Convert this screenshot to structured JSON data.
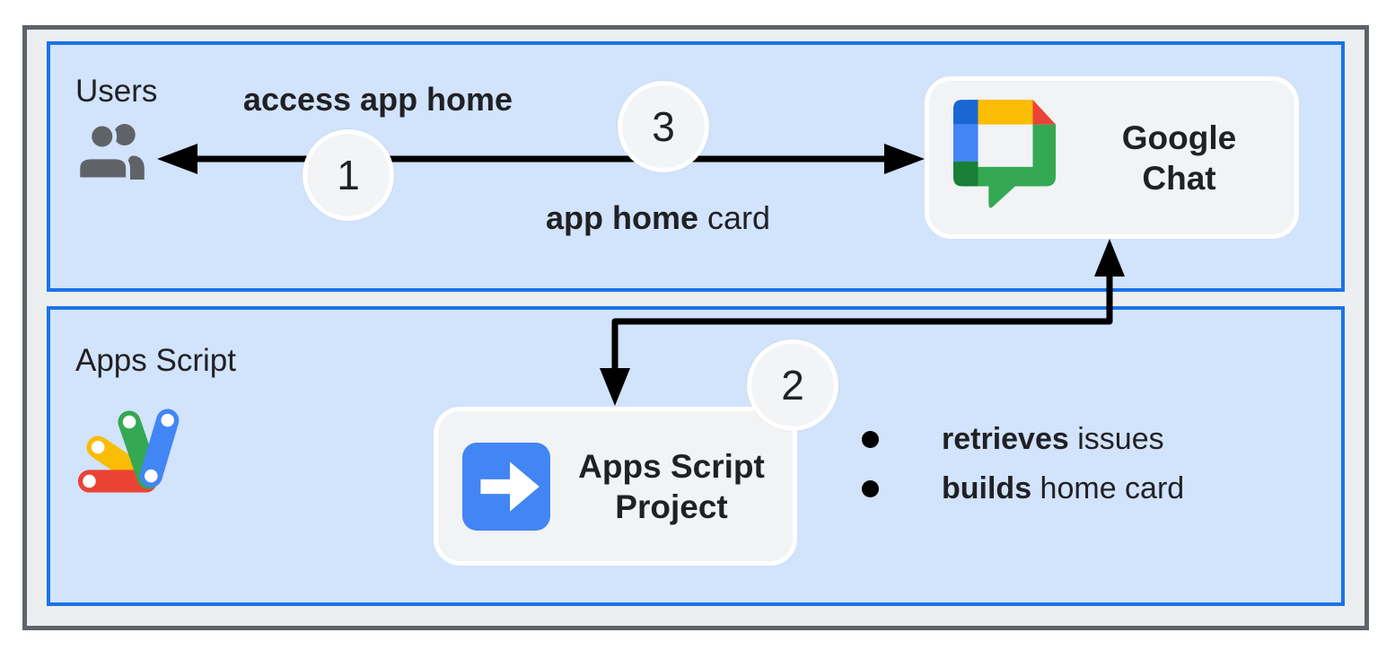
{
  "lanes": {
    "users": {
      "label": "Users"
    },
    "apps_script": {
      "label": "Apps Script"
    }
  },
  "nodes": {
    "google_chat": {
      "line1": "Google",
      "line2": "Chat"
    },
    "apps_script_project": {
      "line1": "Apps Script",
      "line2": "Project"
    }
  },
  "edge_labels": {
    "access": {
      "bold": "access app home",
      "regular": ""
    },
    "card": {
      "bold": "app home",
      "regular": " card"
    }
  },
  "steps": {
    "s1": "1",
    "s2": "2",
    "s3": "3"
  },
  "bullets": [
    {
      "bold": "retrieves",
      "regular": " issues"
    },
    {
      "bold": "builds",
      "regular": " home card"
    }
  ],
  "icons": {
    "users": "users-icon",
    "google_chat": "google-chat-logo",
    "apps_script": "apps-script-logo",
    "apps_script_project": "arrow-right-app-icon"
  },
  "colors": {
    "lane_fill": "#d2e3fc",
    "lane_border": "#1a73e8",
    "outer_fill": "#edeef0",
    "outer_border": "#5f6368",
    "node_fill": "#f1f3f4",
    "node_border": "#ffffff",
    "badge_fill": "#f3f4f6",
    "arrow": "#000000",
    "ink": "#202124",
    "google_blue": "#4285f4",
    "google_dark_blue": "#1967d2",
    "google_red": "#ea4335",
    "google_yellow": "#fbbc04",
    "google_green": "#34a853",
    "google_dark_green": "#188038",
    "icon_gray": "#5f6368"
  }
}
